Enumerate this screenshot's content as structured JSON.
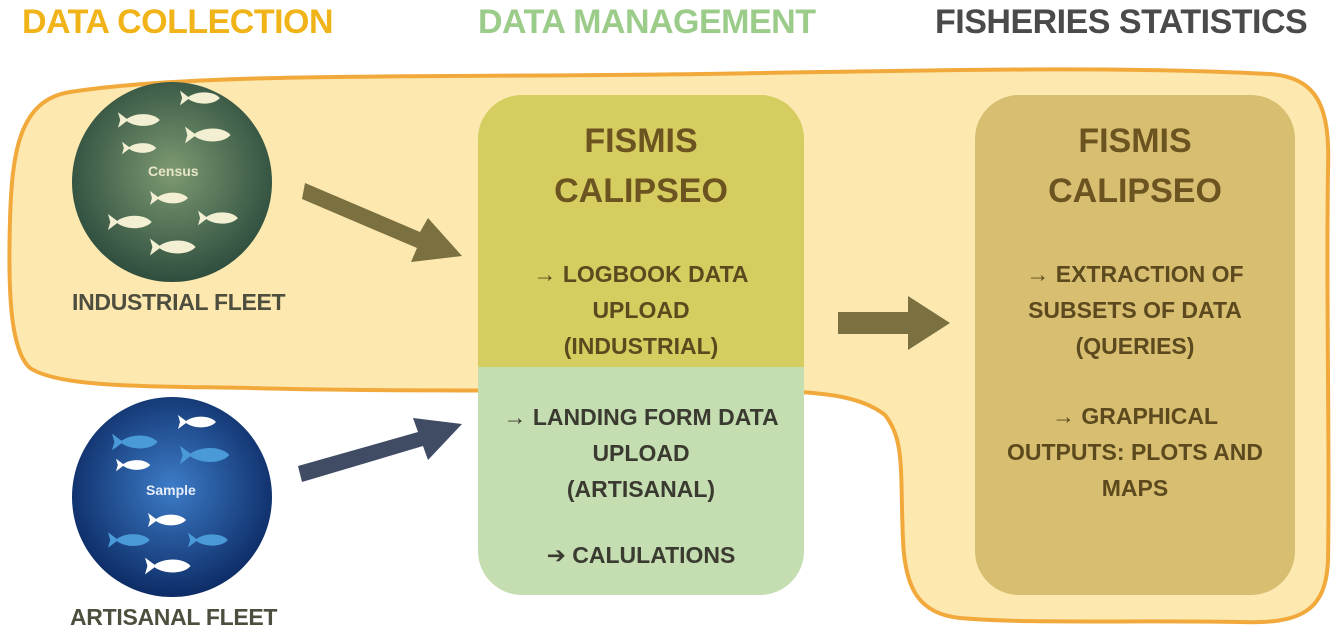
{
  "headings": {
    "collection": "DATA COLLECTION",
    "management": "DATA MANAGEMENT",
    "statistics": "FISHERIES STATISTICS"
  },
  "industrial": {
    "circle_label": "Census",
    "caption": "INDUSTRIAL FLEET"
  },
  "artisanal": {
    "circle_label": "Sample",
    "caption": "ARTISANAL FLEET"
  },
  "management_box": {
    "title_line1": "FISMIS",
    "title_line2": "CALIPSEO",
    "logbook_lines": [
      "→ LOGBOOK DATA",
      "UPLOAD",
      "(INDUSTRIAL)"
    ],
    "landing_lines": [
      "→ LANDING FORM DATA",
      "UPLOAD",
      "(ARTISANAL)"
    ],
    "calculations": "➔ CALULATIONS"
  },
  "statistics_box": {
    "title_line1": "FISMIS",
    "title_line2": "CALIPSEO",
    "extraction_lines": [
      "→ EXTRACTION OF",
      "SUBSETS OF DATA",
      "(QUERIES)"
    ],
    "graphical_lines": [
      "→ GRAPHICAL",
      "OUTPUTS: PLOTS AND",
      "MAPS"
    ]
  },
  "colors": {
    "collection_heading": "#f1b418",
    "management_heading": "#9ccc8a",
    "statistics_heading": "#4a4a4a",
    "highlight_fill": "#fde9b0",
    "highlight_stroke": "#f2a93b",
    "management_top": "#d5cd60",
    "management_bottom": "#c4deb1",
    "statistics_box": "#d8be71",
    "industrial_arrow": "#7a7040",
    "artisanal_arrow": "#3f4c64",
    "industrial_circle": "#4a6b52",
    "artisanal_circle": "#1d4d94"
  }
}
